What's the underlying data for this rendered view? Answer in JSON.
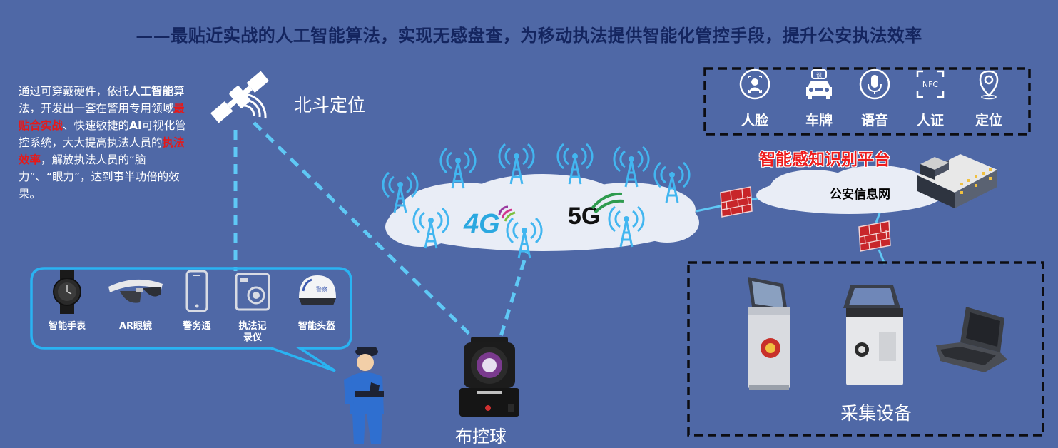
{
  "title": "——最贴近实战的人工智能算法，实现无感盘查，为移动执法提供智能化管控手段，提升公安执法效率",
  "intro": [
    {
      "text": "通过可穿戴硬件，依托",
      "style": "normal"
    },
    {
      "text": "人工智能",
      "style": "bold"
    },
    {
      "text": "算法，开发出一套在警用专用领域",
      "style": "normal"
    },
    {
      "text": "最贴合实战",
      "style": "bold-red"
    },
    {
      "text": "、快速敏捷的",
      "style": "normal"
    },
    {
      "text": "AI",
      "style": "bold"
    },
    {
      "text": "可视化管控系统，大大提高执法人员的",
      "style": "normal"
    },
    {
      "text": "执法效率",
      "style": "bold-red"
    },
    {
      "text": "，解放执法人员的“脑力”、“眼力”，达到事半功倍的效果。",
      "style": "normal"
    }
  ],
  "beidou_label": "北斗定位",
  "network": {
    "label_4g": "4G",
    "label_5g": "5G"
  },
  "platform": {
    "title": "智能感知识别平台",
    "police_network": "公安信息网"
  },
  "sensing": [
    {
      "label": "人脸",
      "icon": "face-recognition-icon"
    },
    {
      "label": "车牌",
      "icon": "license-plate-car-icon"
    },
    {
      "label": "语音",
      "icon": "microphone-icon"
    },
    {
      "label": "人证",
      "icon": "nfc-icon",
      "icon_text": "NFC"
    },
    {
      "label": "定位",
      "icon": "location-pin-icon"
    }
  ],
  "wearables": [
    {
      "label": "智能手表",
      "icon": "smart-watch-icon"
    },
    {
      "label": "AR眼镜",
      "icon": "ar-glasses-icon"
    },
    {
      "label": "警务通",
      "icon": "police-phone-icon"
    },
    {
      "label": "执法记录仪",
      "icon": "body-camera-icon"
    },
    {
      "label": "智能头盔",
      "icon": "smart-helmet-icon",
      "icon_text": "警察"
    }
  ],
  "camera_label": "布控球",
  "collection_label": "采集设备",
  "colors": {
    "background": "#4f68a6",
    "title": "#14255f",
    "highlight_red": "#e61919",
    "dash_blue": "#5fc8f5",
    "cloud": "#e9edf6",
    "tower": "#42b6f0"
  }
}
